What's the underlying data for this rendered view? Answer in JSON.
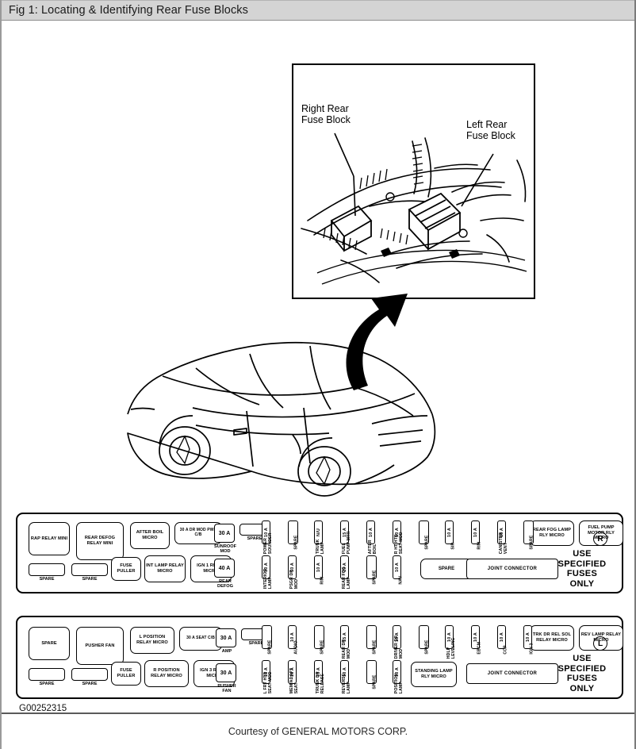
{
  "header": {
    "title": "Fig 1: Locating & Identifying Rear Fuse Blocks"
  },
  "figure": {
    "id": "G00252315",
    "callouts": [
      {
        "label": "Right Rear\nFuse Block"
      },
      {
        "label": "Left Rear\nFuse Block"
      }
    ]
  },
  "footer": {
    "courtesy": "Courtesy of GENERAL MOTORS CORP."
  },
  "blocks": [
    {
      "side_mark": "R",
      "note": "USE\nSPECIFIED\nFUSES\nONLY",
      "joint_connector": "JOINT CONNECTOR",
      "relays_top": [
        {
          "label": "RAP\nRELAY\nMINI"
        },
        {
          "label": "REAR\nDEFOG\nRELAY\nMINI"
        },
        {
          "label": "AFTER\nBOIL\nMICRO"
        },
        {
          "label": "30 A\nDR MOD PWR\nC/B"
        }
      ],
      "relays_bottom": [
        {
          "label": "FUSE\nPULLER"
        },
        {
          "label": "INT LAMP\nRELAY\nMICRO"
        },
        {
          "label": "IGN 1\nRELAY\nMICRO"
        }
      ],
      "spares_bottom_left": [
        "SPARE",
        "SPARE"
      ],
      "big_fuses": [
        {
          "amp": "30 A",
          "label": "SUNROOF\nMOD"
        },
        {
          "amp": "40 A",
          "label": "REAR\nDEFOG"
        }
      ],
      "spare_wide_top": "SPARE",
      "fuses_top": [
        {
          "amp": "10 A",
          "label": "POWER\nSOUNDER"
        },
        {
          "amp": "",
          "label": "SPARE"
        },
        {
          "amp": "N/U",
          "label": "TRUNK\nLAMP"
        },
        {
          "amp": "15 A",
          "label": "FUEL\nPUMP MTR"
        },
        {
          "amp": "10 A",
          "label": "AFTER\nBOIL"
        },
        {
          "amp": "10 A",
          "label": "R HT HTD\nSEAT MOD"
        },
        {
          "amp": "",
          "label": "SPARE"
        },
        {
          "amp": "10 A",
          "label": "SIR"
        },
        {
          "amp": "10 A",
          "label": "RIM"
        },
        {
          "amp": "10 A",
          "label": "CANISTER\nVENT"
        },
        {
          "amp": "",
          "label": "SPARE"
        }
      ],
      "fuses_bottom": [
        {
          "amp": "10 A",
          "label": "INTERIOR\nLAMP"
        },
        {
          "amp": "10 A",
          "label": "PSGR DR\nMOD"
        },
        {
          "amp": "10 A",
          "label": "RIM"
        },
        {
          "amp": "10 A",
          "label": "REAR FOG\nLAMP"
        },
        {
          "amp": "",
          "label": "SPARE"
        },
        {
          "amp": "10 A",
          "label": "NAV"
        }
      ],
      "spare_big": "SPARE",
      "relays_right": [
        {
          "label": "REAR FOG\nLAMP RLY\nMICRO"
        },
        {
          "label": "FUEL PUMP\nMOTOR RLY\nMICRO"
        }
      ]
    },
    {
      "side_mark": "L",
      "note": "USE\nSPECIFIED\nFUSES\nONLY",
      "joint_connector": "JOINT CONNECTOR",
      "relays_top": [
        {
          "label": "SPARE"
        },
        {
          "label": "PUSHER\nFAN"
        },
        {
          "label": "L POSITION\nRELAY\nMICRO"
        },
        {
          "label": "30 A\nSEAT\nC/B"
        }
      ],
      "relays_bottom": [
        {
          "label": "FUSE\nPULLER"
        },
        {
          "label": "R POSITION\nRELAY\nMICRO"
        },
        {
          "label": "IGN 3\nRELAY\nMICRO"
        }
      ],
      "spares_bottom_left": [
        "SPARE",
        "SPARE"
      ],
      "big_fuses": [
        {
          "amp": "30 A",
          "label": "AMP"
        },
        {
          "amp": "30 A",
          "label": "PUSHER\nFAN"
        }
      ],
      "spare_wide_top": "SPARE",
      "fuses_top": [
        {
          "amp": "",
          "label": "SPARE"
        },
        {
          "amp": "10 A",
          "label": "AUDIO"
        },
        {
          "amp": "",
          "label": "SPARE"
        },
        {
          "amp": "15 A",
          "label": "REAR DR\nMOD"
        },
        {
          "amp": "",
          "label": "SPARE"
        },
        {
          "amp": "10 A",
          "label": "DRIVER DR\nMOD"
        },
        {
          "amp": "",
          "label": "SPARE"
        },
        {
          "amp": "10 A",
          "label": "HDLP\nLEVELING"
        },
        {
          "amp": "10 A",
          "label": "EBCM"
        },
        {
          "amp": "10 A",
          "label": "CCP"
        },
        {
          "amp": "10 A",
          "label": "IGN 3"
        }
      ],
      "fuses_bottom": [
        {
          "amp": "10 A",
          "label": "L FRT HTD\nSEAT MOD"
        },
        {
          "amp": "10 A",
          "label": "MEM/ADAPT\nSEAT"
        },
        {
          "amp": "10 A",
          "label": "TRUNK DR\nRELEASE"
        },
        {
          "amp": "10 A",
          "label": "REVERSE\nLAMP"
        },
        {
          "amp": "",
          "label": "SPARE"
        },
        {
          "amp": "10 A",
          "label": "POSITION\nLAMP"
        }
      ],
      "spare_big": "STANDING\nLAMP RLY\nMICRO",
      "relays_right": [
        {
          "label": "TRK DR REL\nSOL RELAY\nMICRO"
        },
        {
          "label": "REV LAMP\nRELAY\nMICRO"
        }
      ]
    }
  ]
}
